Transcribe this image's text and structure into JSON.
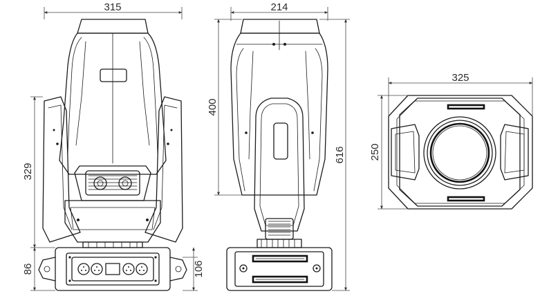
{
  "dimensions": {
    "front_width": "315",
    "front_height": "329",
    "front_base_height": "86",
    "base_height": "106",
    "side_width": "214",
    "side_head_height": "400",
    "total_height": "616",
    "top_width": "325",
    "top_depth": "250"
  }
}
